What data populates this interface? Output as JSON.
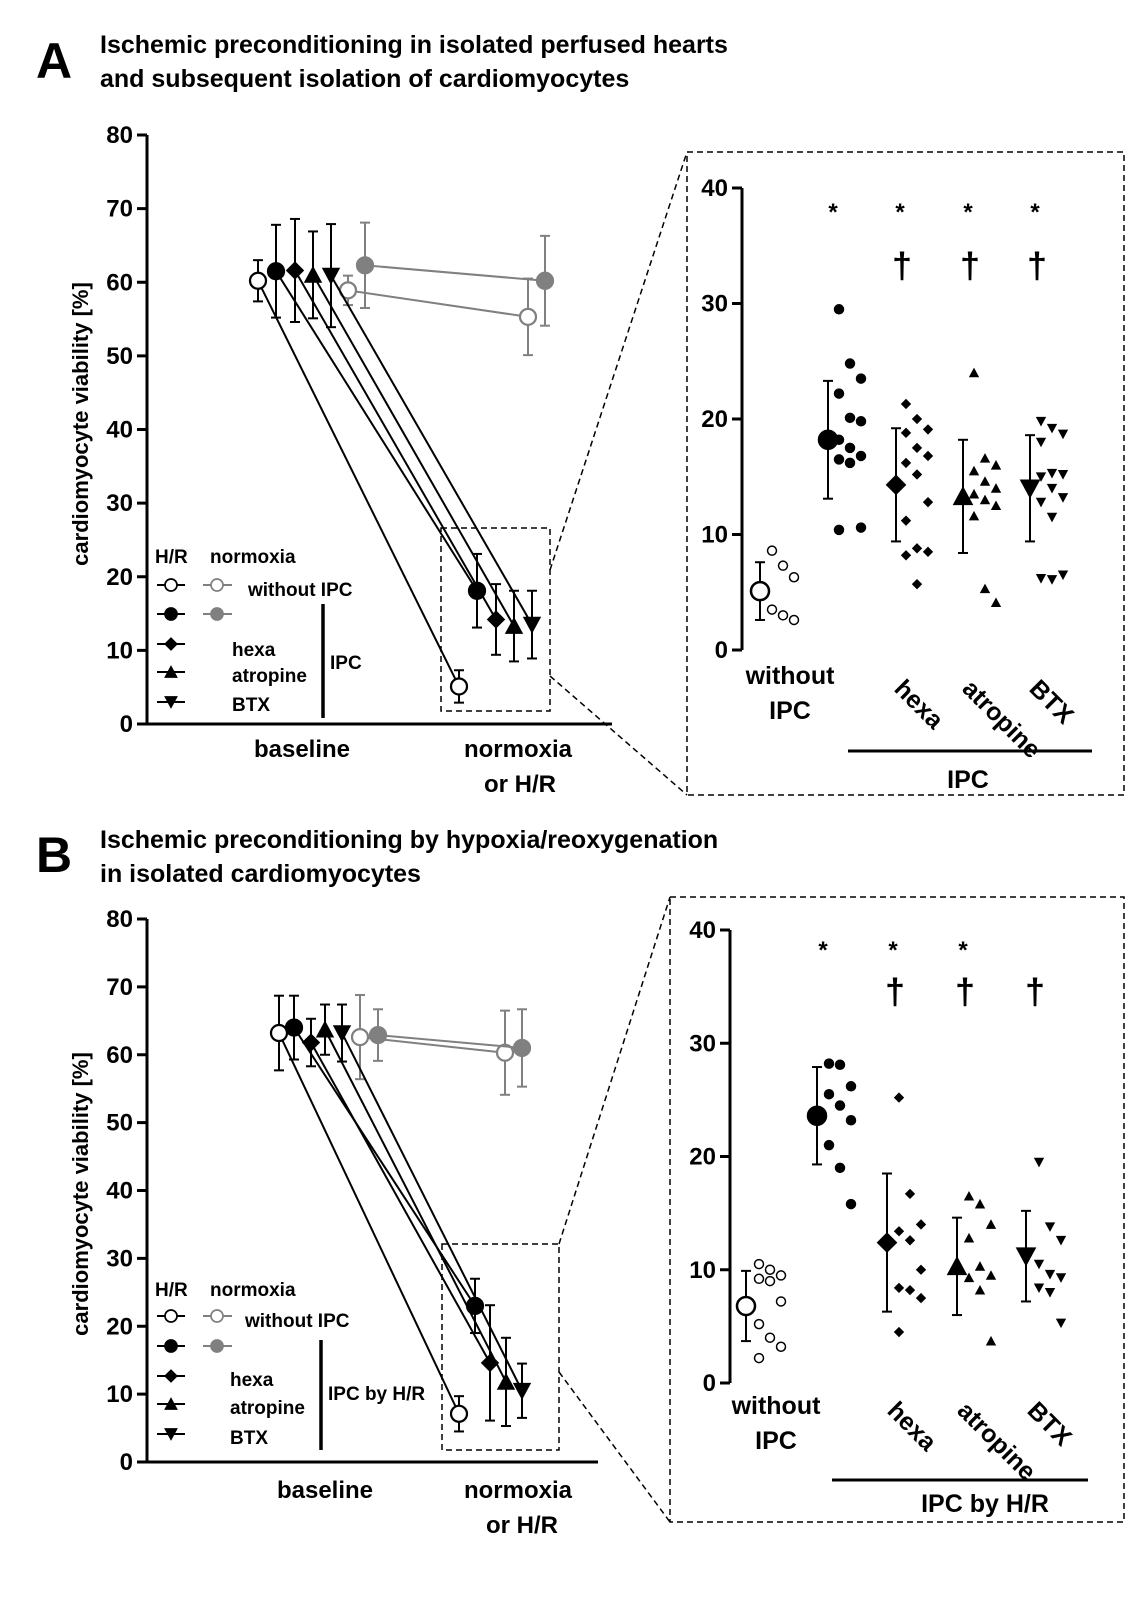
{
  "panels": [
    {
      "id": "A",
      "letter": "A",
      "title_line1": "Ischemic preconditioning in isolated perfused hearts",
      "title_line2": "and subsequent isolation of cardiomyocytes",
      "ipc_label": "IPC"
    },
    {
      "id": "B",
      "letter": "B",
      "title_line1": "Ischemic preconditioning by hypoxia/reoxygenation",
      "title_line2": "in isolated cardiomyocytes",
      "ipc_label": "IPC by H/R"
    }
  ],
  "legend": {
    "col_hr": "H/R",
    "col_normoxia": "normoxia",
    "without_ipc": "without IPC",
    "hexa": "hexa",
    "atropine": "atropine",
    "btx": "BTX"
  },
  "colors": {
    "hr": "#000000",
    "normoxia": "#808080"
  },
  "chart_data": [
    {
      "panel": "A",
      "type": "line",
      "ylabel": "cardiomyocyte viability [%]",
      "ylim": [
        0,
        80
      ],
      "yticks": [
        "0",
        "10",
        "20",
        "30",
        "40",
        "50",
        "60",
        "70",
        "80"
      ],
      "categories": [
        "baseline",
        "normoxia or H/R"
      ],
      "series": [
        {
          "name": "without IPC",
          "condition": "H/R",
          "marker": "open-circle",
          "values": [
            60.2,
            5.1
          ],
          "err": [
            [
              2.8,
              2.8
            ],
            [
              2.2,
              2.2
            ]
          ]
        },
        {
          "condition": "H/R",
          "marker": "filled-circle",
          "values": [
            61.5,
            18.1
          ],
          "err": [
            [
              6.3,
              6.3
            ],
            [
              5.0,
              5.0
            ]
          ]
        },
        {
          "name": "hexa",
          "condition": "H/R",
          "marker": "diamond",
          "values": [
            61.6,
            14.2
          ],
          "err": [
            [
              7.0,
              7.0
            ],
            [
              4.8,
              4.8
            ]
          ]
        },
        {
          "name": "atropine",
          "condition": "H/R",
          "marker": "triangle-up",
          "values": [
            61.0,
            13.3
          ],
          "err": [
            [
              5.9,
              5.9
            ],
            [
              4.8,
              4.8
            ]
          ]
        },
        {
          "name": "BTX",
          "condition": "H/R",
          "marker": "triangle-down",
          "values": [
            60.9,
            13.5
          ],
          "err": [
            [
              7.0,
              7.0
            ],
            [
              4.6,
              4.6
            ]
          ]
        },
        {
          "name": "without IPC",
          "condition": "normoxia",
          "marker": "open-circle",
          "values": [
            58.9,
            55.3
          ],
          "err": [
            [
              2.0,
              2.0
            ],
            [
              5.2,
              5.2
            ]
          ]
        },
        {
          "condition": "normoxia",
          "marker": "filled-circle",
          "values": [
            62.3,
            60.2
          ],
          "err": [
            [
              5.8,
              5.8
            ],
            [
              6.1,
              6.1
            ]
          ]
        }
      ],
      "inset": {
        "ylim": [
          0,
          40
        ],
        "yticks": [
          "0",
          "10",
          "20",
          "30",
          "40"
        ],
        "groups": [
          {
            "label": "without IPC",
            "marker": "open-circle",
            "mean": 5.1,
            "sd": 2.5,
            "points": [
              8.6,
              7.3,
              6.3,
              3.5,
              3.0,
              2.6
            ],
            "star": "",
            "dagger": ""
          },
          {
            "label": "",
            "marker": "filled-circle",
            "mean": 18.2,
            "sd": 5.1,
            "points": [
              29.5,
              24.8,
              23.5,
              22.2,
              20.1,
              19.8,
              18.2,
              17.5,
              16.8,
              16.5,
              16.2,
              10.6,
              10.4
            ],
            "star": "*",
            "dagger": ""
          },
          {
            "label": "hexa",
            "marker": "diamond",
            "mean": 14.3,
            "sd": 4.9,
            "points": [
              21.3,
              20.0,
              19.1,
              18.8,
              17.5,
              16.8,
              16.2,
              15.2,
              12.8,
              11.2,
              8.8,
              8.5,
              8.2,
              5.7
            ],
            "star": "*",
            "dagger": "†"
          },
          {
            "label": "atropine",
            "marker": "triangle-up",
            "mean": 13.3,
            "sd": 4.9,
            "points": [
              24.0,
              16.6,
              16.0,
              15.5,
              14.6,
              14.0,
              13.5,
              13.0,
              12.5,
              11.6,
              5.3,
              4.1
            ],
            "star": "*",
            "dagger": "†"
          },
          {
            "label": "BTX",
            "marker": "triangle-down",
            "mean": 14.0,
            "sd": 4.6,
            "points": [
              19.8,
              19.2,
              18.7,
              18.0,
              15.3,
              15.2,
              15.0,
              14.0,
              13.2,
              12.8,
              11.5,
              6.5,
              6.2,
              6.1
            ],
            "star": "*",
            "dagger": "†"
          }
        ]
      }
    },
    {
      "panel": "B",
      "type": "line",
      "ylabel": "cardiomyocyte viability [%]",
      "ylim": [
        0,
        80
      ],
      "yticks": [
        "0",
        "10",
        "20",
        "30",
        "40",
        "50",
        "60",
        "70",
        "80"
      ],
      "categories": [
        "baseline",
        "normoxia or H/R"
      ],
      "series": [
        {
          "name": "without IPC",
          "condition": "H/R",
          "marker": "open-circle",
          "values": [
            63.2,
            7.1
          ],
          "err": [
            [
              5.5,
              5.5
            ],
            [
              2.6,
              2.6
            ]
          ]
        },
        {
          "condition": "H/R",
          "marker": "filled-circle",
          "values": [
            64.0,
            23.0
          ],
          "err": [
            [
              4.7,
              4.7
            ],
            [
              4.0,
              4.0
            ]
          ]
        },
        {
          "name": "hexa",
          "condition": "H/R",
          "marker": "diamond",
          "values": [
            61.8,
            14.6
          ],
          "err": [
            [
              3.5,
              3.5
            ],
            [
              8.5,
              8.5
            ]
          ]
        },
        {
          "name": "atropine",
          "condition": "H/R",
          "marker": "triangle-up",
          "values": [
            63.7,
            11.8
          ],
          "err": [
            [
              3.7,
              3.7
            ],
            [
              6.5,
              6.5
            ]
          ]
        },
        {
          "name": "BTX",
          "condition": "H/R",
          "marker": "triangle-down",
          "values": [
            63.2,
            10.5
          ],
          "err": [
            [
              4.2,
              4.2
            ],
            [
              4.0,
              4.0
            ]
          ]
        },
        {
          "name": "without IPC",
          "condition": "normoxia",
          "marker": "open-circle",
          "values": [
            62.6,
            60.3
          ],
          "err": [
            [
              6.2,
              6.2
            ],
            [
              6.2,
              6.2
            ]
          ]
        },
        {
          "condition": "normoxia",
          "marker": "filled-circle",
          "values": [
            62.9,
            61.0
          ],
          "err": [
            [
              3.8,
              3.8
            ],
            [
              5.7,
              5.7
            ]
          ]
        }
      ],
      "inset": {
        "ylim": [
          0,
          40
        ],
        "yticks": [
          "0",
          "10",
          "20",
          "30",
          "40"
        ],
        "groups": [
          {
            "label": "without IPC",
            "marker": "open-circle",
            "mean": 6.8,
            "sd": 3.1,
            "points": [
              10.5,
              10.0,
              9.5,
              9.2,
              9.0,
              7.2,
              5.2,
              4.0,
              3.2,
              2.2
            ],
            "star": "",
            "dagger": ""
          },
          {
            "label": "",
            "marker": "filled-circle",
            "mean": 23.6,
            "sd": 4.3,
            "points": [
              28.2,
              28.1,
              26.2,
              25.5,
              24.5,
              23.2,
              21.0,
              19.0,
              15.8
            ],
            "star": "*",
            "dagger": ""
          },
          {
            "label": "hexa",
            "marker": "diamond",
            "mean": 12.4,
            "sd": 6.1,
            "points": [
              25.2,
              16.7,
              14.0,
              13.4,
              12.6,
              10.0,
              8.4,
              8.2,
              7.5,
              4.5
            ],
            "star": "*",
            "dagger": "†"
          },
          {
            "label": "atropine",
            "marker": "triangle-up",
            "mean": 10.3,
            "sd": 4.3,
            "points": [
              16.5,
              15.8,
              14.0,
              12.8,
              10.3,
              9.5,
              9.3,
              8.2,
              3.7
            ],
            "star": "*",
            "dagger": "†"
          },
          {
            "label": "BTX",
            "marker": "triangle-down",
            "mean": 11.2,
            "sd": 4.0,
            "points": [
              19.5,
              13.8,
              12.6,
              10.5,
              9.6,
              9.3,
              8.4,
              8.0,
              5.3
            ],
            "star": "",
            "dagger": "†"
          }
        ]
      }
    }
  ]
}
